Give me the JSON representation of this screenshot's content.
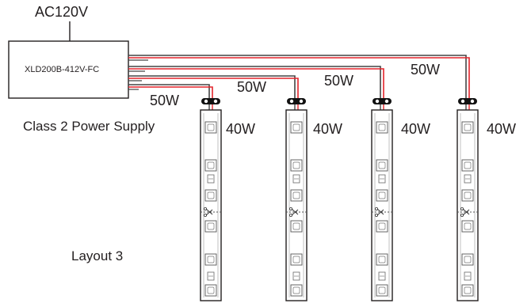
{
  "input_label": "AC120V",
  "power_supply": {
    "model": "XLD200B-412V-FC",
    "caption": "Class 2 Power Supply"
  },
  "layout_title": "Layout 3",
  "runs": [
    {
      "feed_watts": "50W",
      "strip_watts": "40W"
    },
    {
      "feed_watts": "50W",
      "strip_watts": "40W"
    },
    {
      "feed_watts": "50W",
      "strip_watts": "40W"
    },
    {
      "feed_watts": "50W",
      "strip_watts": "40W"
    }
  ],
  "colors": {
    "wire_red": "#e3242b",
    "wire_dark": "#444444",
    "outline": "#231f20",
    "cut_mark": "#555555"
  },
  "icons": {
    "connector": "connector-icon",
    "cut_mark": "scissors-icon"
  }
}
